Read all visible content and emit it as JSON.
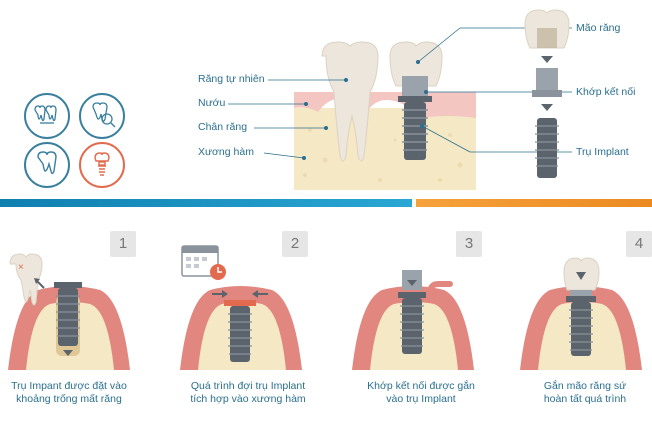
{
  "diagram": {
    "labels": {
      "natural_tooth": "Răng tự nhiên",
      "gum": "Nướu",
      "root": "Chân răng",
      "jawbone": "Xương hàm",
      "crown": "Mão răng",
      "abutment": "Khớp kết nối",
      "implant": "Trụ Implant"
    }
  },
  "steps": [
    {
      "number": "1",
      "caption_line1": "Trụ Impant được đặt vào",
      "caption_line2": "khoảng trống mất răng"
    },
    {
      "number": "2",
      "caption_line1": "Quá trình đợi trụ Implant",
      "caption_line2": "tích hợp vào xương hàm"
    },
    {
      "number": "3",
      "caption_line1": "Khớp kết nối được gắn",
      "caption_line2": "vào trụ Implant"
    },
    {
      "number": "4",
      "caption_line1": "Gắn mão răng sứ",
      "caption_line2": "hoàn tất quá trình"
    }
  ],
  "colors": {
    "label": "#2a6f8f",
    "bone": "#f5e8c4",
    "gum": "#f4c6c2",
    "gum_dark": "#e2877f",
    "tooth": "#ece6dc",
    "implant": "#5b636c",
    "band_blue": "#1a98c8",
    "band_orange": "#f0952e",
    "icon_blue": "#3a7f9e",
    "icon_red": "#e26b4f"
  }
}
